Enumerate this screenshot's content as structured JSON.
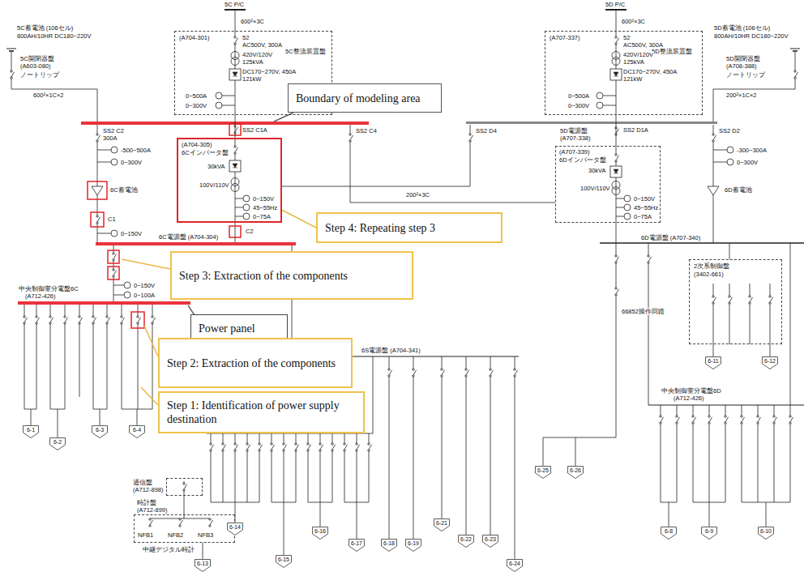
{
  "diagram": {
    "nodes": [
      {
        "text": [
          "(A704-301)",
          "5C整流装置盤"
        ]
      },
      {
        "text": [
          "Boundary of modeling area"
        ]
      },
      {
        "text": [
          "(A707-337)",
          "5D整流装置盤"
        ]
      },
      {
        "text": [
          "(A704-305)",
          "6Cインバータ盤"
        ]
      },
      {
        "text": [
          "(A707-339)",
          "6Dインバータ盤"
        ]
      },
      {
        "text": [
          "Step 4: Repeating step 3"
        ]
      },
      {
        "text": [
          "Step 3: Extraction of the components"
        ]
      },
      {
        "text": [
          "2次系制御盤",
          "(3402-661)"
        ]
      },
      {
        "text": [
          "Power panel"
        ]
      },
      {
        "text": [
          "Step 2: Extraction of the components"
        ]
      },
      {
        "text": [
          "Step 1: Identification of power supply destination"
        ]
      },
      {
        "text": [
          "通信盤",
          "(A712-898)"
        ]
      },
      {
        "text": [
          "時計盤",
          "(A712-899)",
          "NFB1",
          "NFB2",
          "NFB3"
        ]
      },
      {
        "text": [
          "6-1"
        ]
      },
      {
        "text": [
          "6-2"
        ]
      },
      {
        "text": [
          "6-3"
        ]
      },
      {
        "text": [
          "6-4"
        ]
      },
      {
        "text": [
          "6-11"
        ]
      },
      {
        "text": [
          "6-12"
        ]
      },
      {
        "text": [
          "6-25"
        ]
      },
      {
        "text": [
          "6-26"
        ]
      },
      {
        "text": [
          "6-14"
        ]
      },
      {
        "text": [
          "6-15"
        ]
      },
      {
        "text": [
          "6-16"
        ]
      },
      {
        "text": [
          "6-17"
        ]
      },
      {
        "text": [
          "6-18"
        ]
      },
      {
        "text": [
          "6-19"
        ]
      },
      {
        "text": [
          "6-21"
        ]
      },
      {
        "text": [
          "6-22"
        ]
      },
      {
        "text": [
          "6-23"
        ]
      },
      {
        "text": [
          "6-24"
        ]
      },
      {
        "text": [
          "6-8"
        ]
      },
      {
        "text": [
          "6-9"
        ]
      },
      {
        "text": [
          "6-10"
        ]
      },
      {
        "text": [
          "6-13"
        ]
      }
    ],
    "edges": [
      {
        "from": 0,
        "to": 3,
        "arrow": "none"
      },
      {
        "from": 2,
        "to": 4,
        "arrow": "none"
      },
      {
        "from": 5,
        "to": 3,
        "arrow": "none"
      },
      {
        "from": 11,
        "to": 12,
        "arrow": "none"
      }
    ],
    "labels": [
      "5C P/C",
      "600²×3C",
      "52",
      "AC500V, 300A",
      "420V/120V",
      "125kVA",
      "DC170~270V, 450A",
      "121kW",
      "0~500A",
      "0~300V",
      "5C蓄電池 (106セル)",
      "800AH/10HR DC180~220V",
      "5C開閉器盤",
      "(A603-080)",
      "ノートリップ",
      "600²×1C×2",
      "SS2 C1A",
      "SS2 C2",
      "300A",
      "-500~500A",
      "0~300V",
      "SS2 C4",
      "200²×3C",
      "6C蓄電池",
      "C1",
      "0~150V",
      "0~150V",
      "45~55Hz",
      "0~75A",
      "30kVA",
      "100V/110V",
      "C2",
      "6C電源盤 (A704-304)",
      "0~150V",
      "0~100A",
      "中央制御室分電盤6C",
      "(A712-426)",
      "6S電源盤 (A704-341)",
      "5D P/C",
      "600²×3C",
      "52",
      "AC500V, 300A",
      "420V/120V",
      "125kVA",
      "DC170~270V, 450A",
      "121kW",
      "0~500A",
      "0~300V",
      "5D蓄電池 (106セル)",
      "800AH/10HR DC180~220V",
      "5D開閉器盤",
      "(A708-388)",
      "ノートリップ",
      "200²×1C×2",
      "5D電源盤",
      "(A707-338)",
      "SS2 D1A",
      "SS2 D4",
      "SS2 D2",
      "-300~300A",
      "0~300V",
      "6D蓄電池",
      "0~150V",
      "45~55Hz",
      "0~75A",
      "30kVA",
      "100V/110V",
      "6D電源盤 (A707-340)",
      "66852操作回路",
      "中央制御室分電盤6D",
      "(A712-426)",
      "中継デジタル時計"
    ]
  }
}
